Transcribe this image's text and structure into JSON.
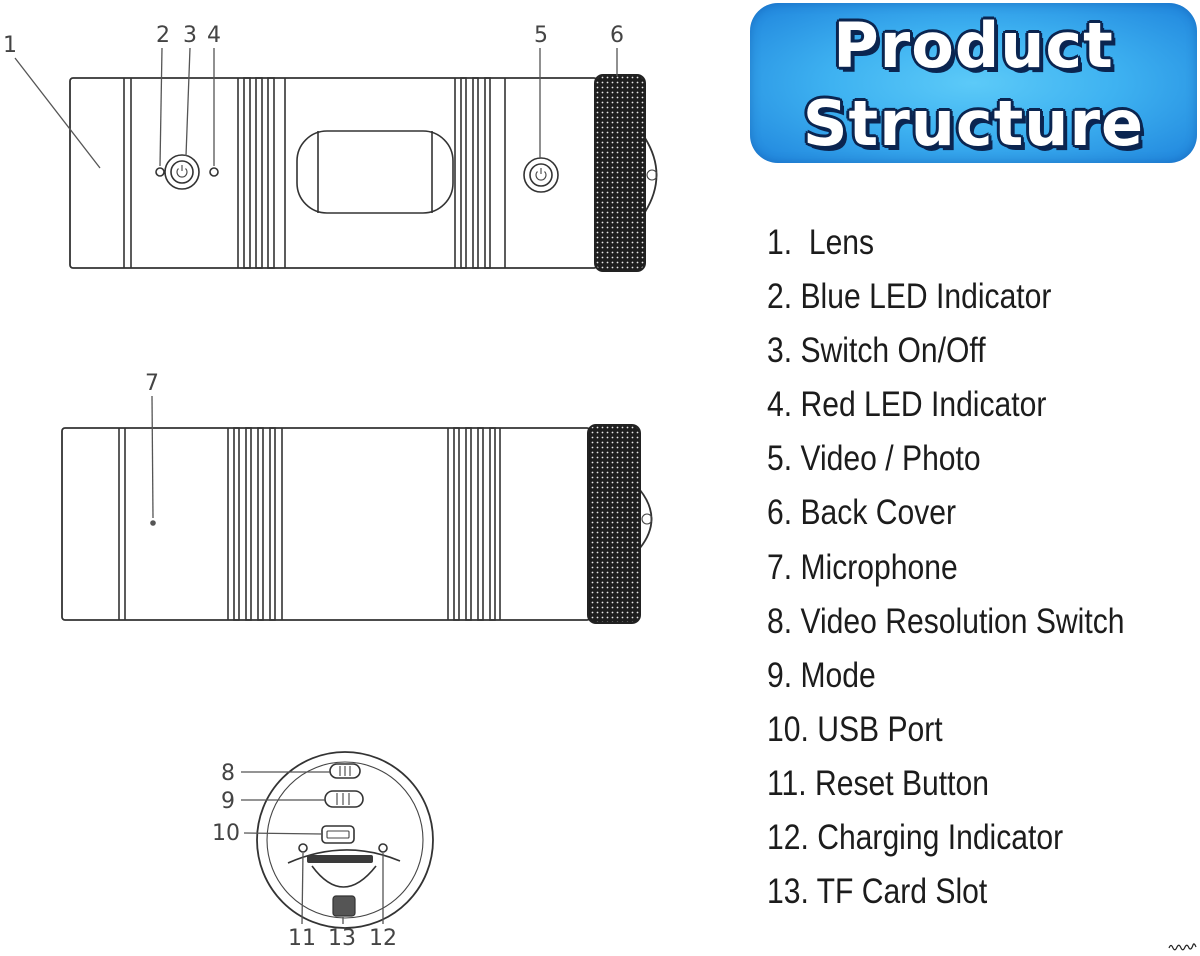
{
  "title": {
    "line1": "Product",
    "line2": "Structure"
  },
  "callouts": [
    "1",
    "2",
    "3",
    "4",
    "5",
    "6",
    "7",
    "8",
    "9",
    "10",
    "11",
    "12",
    "13"
  ],
  "parts": [
    "1.  Lens",
    "2. Blue LED Indicator",
    "3. Switch On/Off",
    "4. Red LED Indicator",
    "5. Video / Photo",
    "6. Back Cover",
    "7. Microphone",
    "8. Video Resolution Switch",
    "9. Mode",
    "10. USB Port",
    "11. Reset Button",
    "12. Charging Indicator",
    "13. TF Card Slot"
  ],
  "colors": {
    "banner_light": "#5ccaf8",
    "banner_dark": "#1f84dc",
    "title_text": "#ffffff",
    "title_outline": "#0b2550",
    "line_art": "#333333"
  }
}
